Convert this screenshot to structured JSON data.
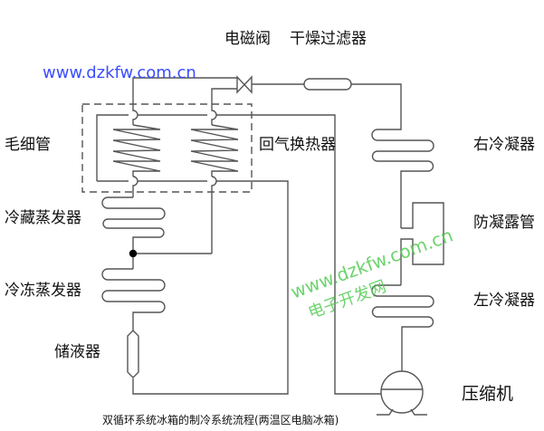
{
  "labels": {
    "solenoid_valve": "电磁阀",
    "dryer_filter": "干燥过滤器",
    "capillary": "毛细管",
    "return_gas_heat_exchanger": "回气换热器",
    "right_condenser": "右冷凝器",
    "fridge_evaporator": "冷藏蒸发器",
    "anti_condensation_pipe": "防凝露管",
    "freezer_evaporator": "冷冻蒸发器",
    "left_condenser": "左冷凝器",
    "liquid_receiver": "储液器",
    "compressor": "压缩机"
  },
  "url": "www.dzkfw.com.cn",
  "caption": "双循环系统冰箱的制冷系统流程(两温区电脑冰箱)",
  "watermark": {
    "url": "www.dzkfw.com.cn",
    "name": "电子开发网"
  },
  "colors": {
    "line": "#555555",
    "url": "#3a4dff",
    "watermark": "#55cc55"
  }
}
